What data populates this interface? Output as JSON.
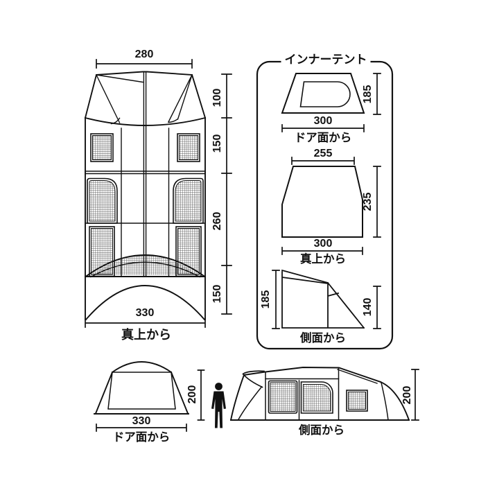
{
  "figure": {
    "tent_top_view": {
      "width_top": "280",
      "height_segments": [
        "100",
        "150",
        "260",
        "150"
      ],
      "width_bottom": "330",
      "caption": "真上から"
    },
    "inner_tent": {
      "title": "インナーテント",
      "door_view": {
        "height": "185",
        "width": "300",
        "caption": "ドア面から"
      },
      "top_view": {
        "width_top": "255",
        "depth": "235",
        "width_bottom": "300",
        "caption": "真上から"
      },
      "side_view": {
        "height_left": "185",
        "height_right": "140",
        "caption": "側面から"
      }
    },
    "front_view": {
      "height": "200",
      "width": "330",
      "caption": "ドア面から"
    },
    "side_view": {
      "height": "200",
      "caption": "側面から"
    }
  }
}
